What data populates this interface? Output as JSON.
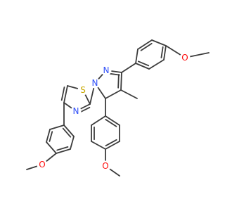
{
  "molecule": {
    "atoms": {
      "O_top": {
        "label": "O",
        "color": "#ff0d0d"
      },
      "O_mid": {
        "label": "O",
        "color": "#ff0d0d"
      },
      "O_left": {
        "label": "O",
        "color": "#ff0d0d"
      },
      "S": {
        "label": "S",
        "color": "#c8a800"
      },
      "N_thiazole": {
        "label": "N",
        "color": "#3050f8"
      },
      "N_pyrazole_1": {
        "label": "N",
        "color": "#3050f8"
      },
      "N_pyrazole_2": {
        "label": "N",
        "color": "#3050f8"
      }
    },
    "bond_color": "#3c3c3c"
  }
}
